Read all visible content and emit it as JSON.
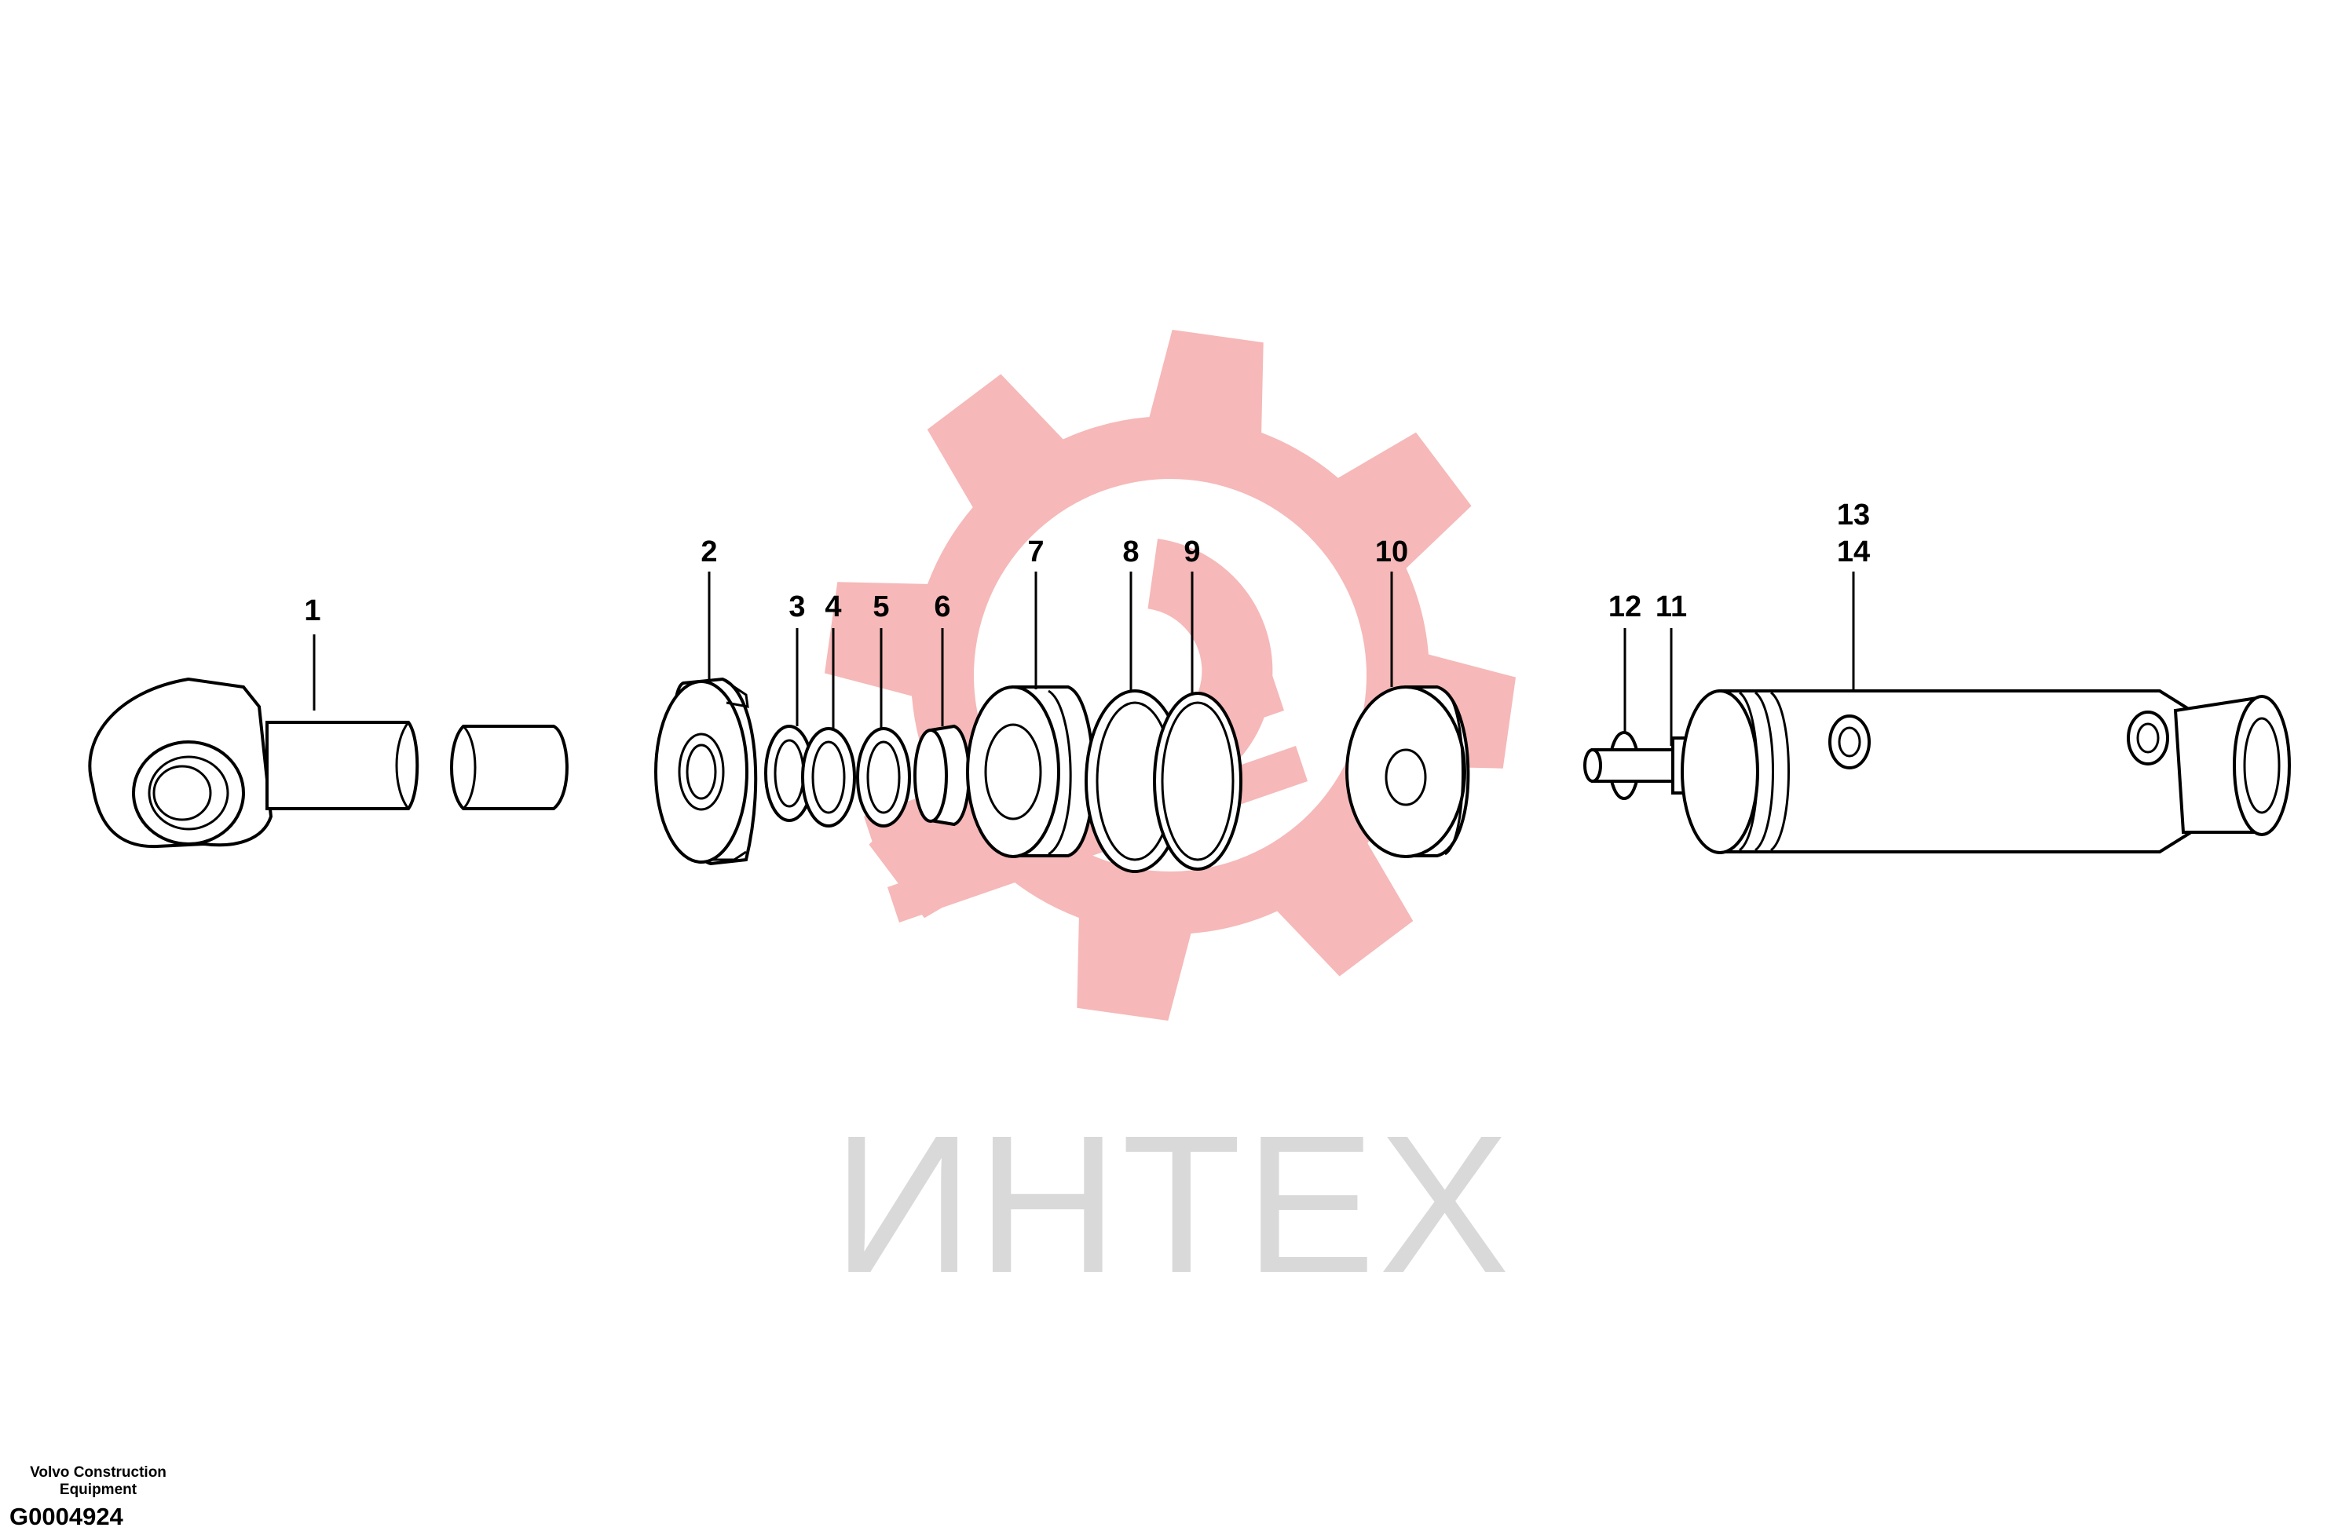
{
  "watermark": {
    "text": "ИНТЕХ",
    "gear_color": "#f6b8b8",
    "text_color": "#d9d9d9"
  },
  "callouts": {
    "p1": "1",
    "p2": "2",
    "p3": "3",
    "p4": "4",
    "p5": "5",
    "p6": "6",
    "p7": "7",
    "p8": "8",
    "p9": "9",
    "p10": "10",
    "p11": "11",
    "p12": "12",
    "p13": "13",
    "p14": "14"
  },
  "footer": {
    "brand_line1": "Volvo Construction",
    "brand_line2": "Equipment",
    "doc_id": "G0004924"
  }
}
